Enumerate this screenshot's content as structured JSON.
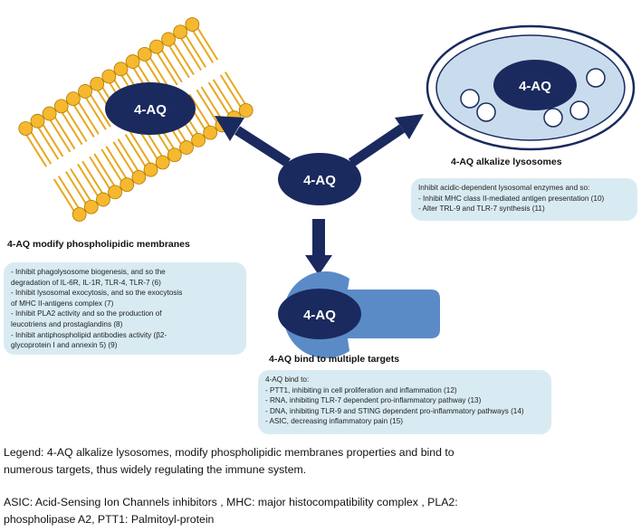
{
  "colors": {
    "navy": "#1a2a5e",
    "lipid_head": "#f5b82e",
    "lipid_tail": "#e8a821",
    "lysosome_fill": "#c9dcee",
    "target_shape": "#5b8bc7",
    "info_box": "#d9ebf2"
  },
  "nodes": {
    "center": "4-AQ",
    "membrane": "4-AQ",
    "lysosome": "4-AQ",
    "target": "4-AQ"
  },
  "membrane": {
    "heading": "4-AQ modify phospholipidic membranes",
    "lines": [
      "- Inhibit phagolysosome biogenesis, and so the",
      "degradation of IL-6R, IL-1R, TLR-4, TLR-7 (6)",
      "- Inhibit  lysosomal exocytosis, and so the exocytosis",
      "of MHC II-antigens complex  (7)",
      "- Inhibit PLA2 activity and so the production of",
      "leucotriens and prostaglandins  (8)",
      "- Inhibit  antiphospholipid antibodies activity (β2-",
      "glycoprotein I and annexin 5) (9)"
    ]
  },
  "lysosome": {
    "heading": "4-AQ alkalize lysosomes",
    "lines": [
      "Inhibit acidic-dependent lysosomal enzymes and so:",
      "- Inhibit MHC class II-mediated antigen presentation (10)",
      "- Alter TRL-9 and TLR-7 synthesis  (11)"
    ]
  },
  "targets": {
    "heading": "4-AQ bind to multiple targets",
    "lines": [
      "4-AQ bind to:",
      "- PTT1, inhibiting in cell proliferation and inflammation (12)",
      "- RNA, inhibiting TLR-7 dependent pro-inflammatory pathway (13)",
      "- DNA, inhibiting TLR-9 and STING dependent pro-inflammatory pathways (14)",
      "- ASIC, decreasing inflammatory pain (15)"
    ]
  },
  "legend": {
    "line1": "Legend: 4-AQ alkalize lysosomes, modify  phospholipidic membranes properties and bind to",
    "line2": "numerous targets, thus widely regulating the immune system.",
    "line3": "ASIC: Acid-Sensing Ion Channels inhibitors , MHC: major histocompatibility complex , PLA2:",
    "line4": "phospholipase A2, PTT1: Palmitoyl-protein"
  }
}
